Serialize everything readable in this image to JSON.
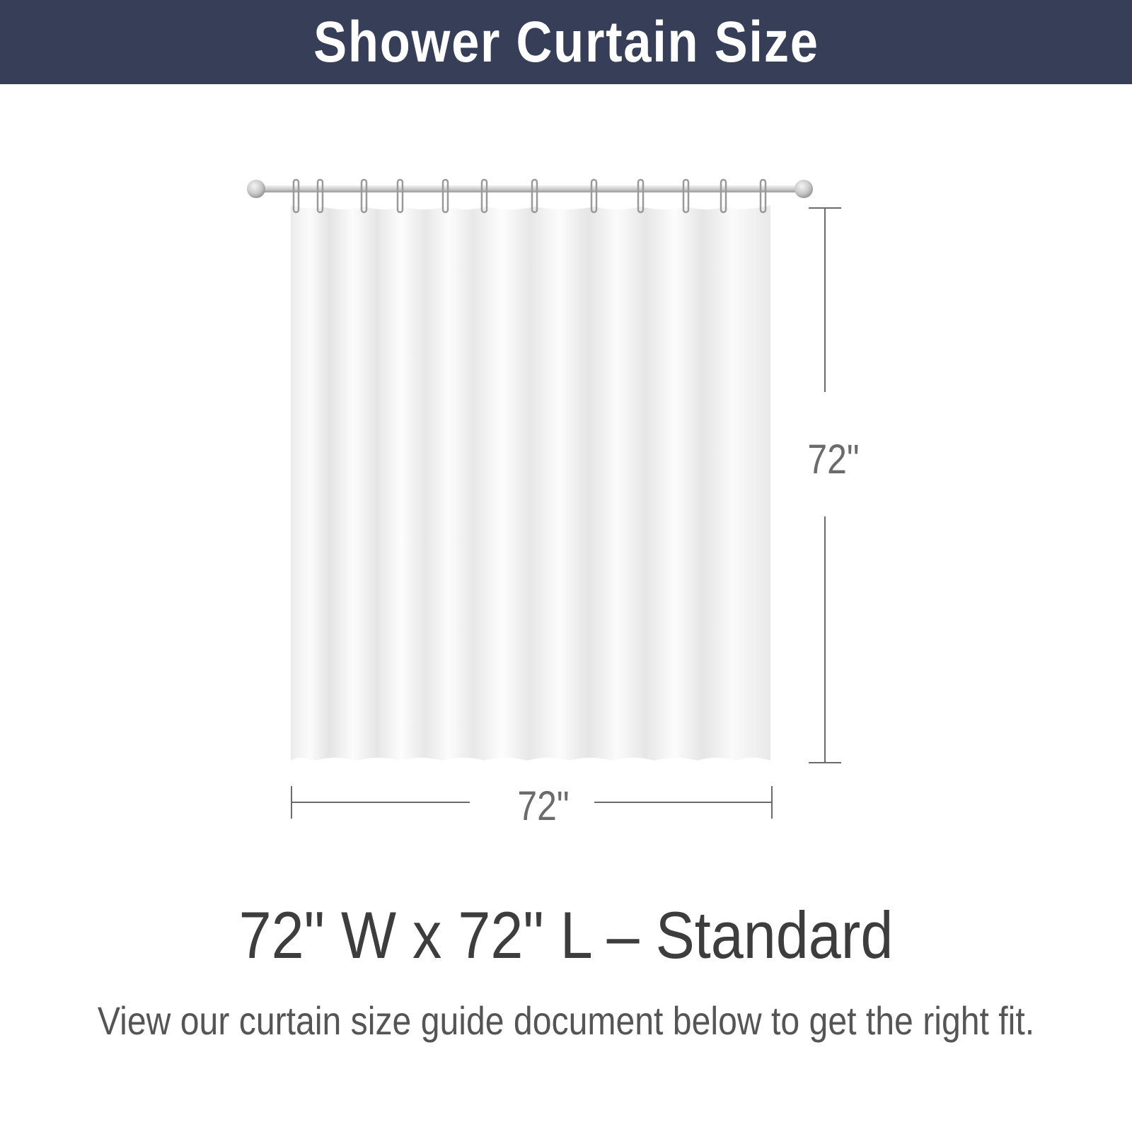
{
  "banner": {
    "title": "Shower Curtain Size",
    "background": "#373e57",
    "text_color": "#ffffff"
  },
  "diagram": {
    "curtain_rings": 12,
    "height_label": "72\"",
    "width_label": "72\"",
    "dimension_line_color": "#6b6b6b"
  },
  "size": {
    "heading": "72\" W x 72\" L – Standard"
  },
  "note": {
    "text": "View our curtain size guide document below to get the right fit."
  }
}
